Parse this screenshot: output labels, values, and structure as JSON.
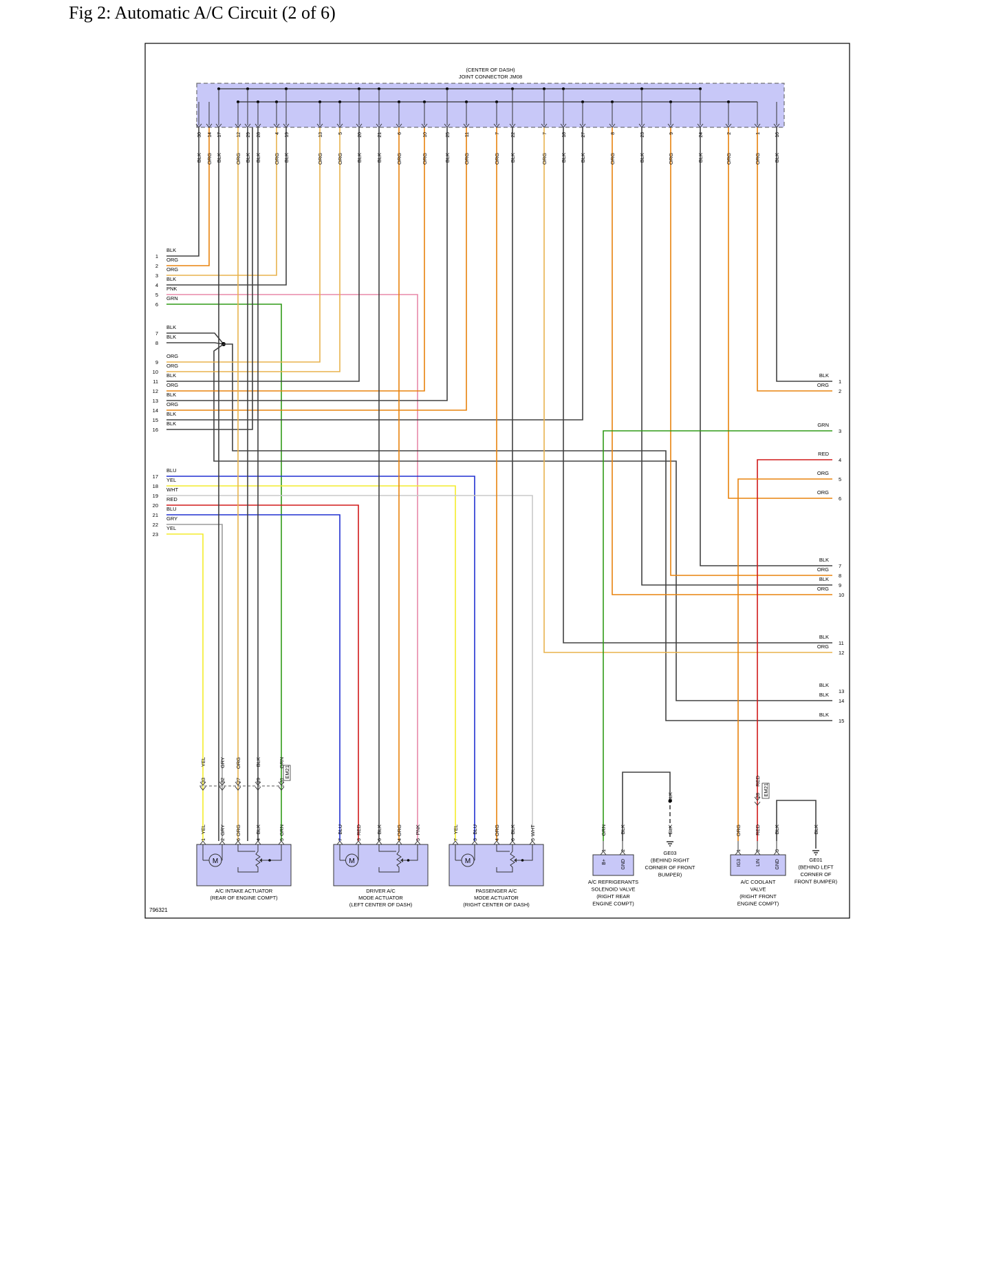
{
  "figure": {
    "title": "Fig 2: Automatic A/C Circuit (2 of 6)",
    "image_id_label": "796321"
  },
  "colors": {
    "BLK": "#404040",
    "ORG": "#e8820c",
    "ORG_LIGHT": "#e8b24c",
    "GRN": "#2e9a16",
    "PNK": "#e888a8",
    "BLU": "#1f2fd0",
    "YEL": "#f4ec2a",
    "WHT": "#c8c8c8",
    "RED": "#d01818",
    "GRY": "#9a9a9a",
    "connector_fill": "#c8c8f8"
  },
  "joint_connector": {
    "location": "(CENTER OF DASH)",
    "name": "JOINT CONNECTOR JM08",
    "pins": [
      {
        "pin": "30",
        "color": "BLK"
      },
      {
        "pin": "14",
        "color": "ORG"
      },
      {
        "pin": "17",
        "color": "BLK"
      },
      {
        "pin": "12",
        "color": "ORG"
      },
      {
        "pin": "29",
        "color": "BLK"
      },
      {
        "pin": "28",
        "color": "BLK"
      },
      {
        "pin": "4",
        "color": "ORG"
      },
      {
        "pin": "19",
        "color": "BLK"
      },
      {
        "pin": "13",
        "color": "ORG"
      },
      {
        "pin": "5",
        "color": "ORG"
      },
      {
        "pin": "20",
        "color": "BLK"
      },
      {
        "pin": "21",
        "color": "BLK"
      },
      {
        "pin": "6",
        "color": "ORG"
      },
      {
        "pin": "10",
        "color": "ORG"
      },
      {
        "pin": "25",
        "color": "BLK"
      },
      {
        "pin": "11",
        "color": "ORG"
      },
      {
        "pin": "7",
        "color": "ORG"
      },
      {
        "pin": "22",
        "color": "BLK"
      },
      {
        "pin": "7",
        "color": "ORG"
      },
      {
        "pin": "18",
        "color": "BLK"
      },
      {
        "pin": "27",
        "color": "BLK"
      },
      {
        "pin": "8",
        "color": "ORG"
      },
      {
        "pin": "23",
        "color": "BLK"
      },
      {
        "pin": "9",
        "color": "ORG"
      },
      {
        "pin": "24",
        "color": "BLK"
      },
      {
        "pin": "2",
        "color": "ORG"
      },
      {
        "pin": "1",
        "color": "ORG"
      },
      {
        "pin": "16",
        "color": "BLK"
      }
    ]
  },
  "left_terminals": [
    {
      "num": "1",
      "color": "BLK"
    },
    {
      "num": "2",
      "color": "ORG"
    },
    {
      "num": "3",
      "color": "ORG"
    },
    {
      "num": "4",
      "color": "BLK"
    },
    {
      "num": "5",
      "color": "PNK"
    },
    {
      "num": "6",
      "color": "GRN"
    },
    {
      "num": "7",
      "color": "BLK"
    },
    {
      "num": "8",
      "color": "BLK"
    },
    {
      "num": "9",
      "color": "ORG"
    },
    {
      "num": "10",
      "color": "ORG"
    },
    {
      "num": "11",
      "color": "BLK"
    },
    {
      "num": "12",
      "color": "ORG"
    },
    {
      "num": "13",
      "color": "BLK"
    },
    {
      "num": "14",
      "color": "ORG"
    },
    {
      "num": "15",
      "color": "BLK"
    },
    {
      "num": "16",
      "color": "BLK"
    },
    {
      "num": "17",
      "color": "BLU"
    },
    {
      "num": "18",
      "color": "YEL"
    },
    {
      "num": "19",
      "color": "WHT"
    },
    {
      "num": "20",
      "color": "RED"
    },
    {
      "num": "21",
      "color": "BLU"
    },
    {
      "num": "22",
      "color": "GRY"
    },
    {
      "num": "23",
      "color": "YEL"
    }
  ],
  "right_terminals": [
    {
      "num": "1",
      "color": "BLK"
    },
    {
      "num": "2",
      "color": "ORG"
    },
    {
      "num": "3",
      "color": "GRN"
    },
    {
      "num": "4",
      "color": "RED"
    },
    {
      "num": "5",
      "color": "ORG"
    },
    {
      "num": "6",
      "color": "ORG"
    },
    {
      "num": "7",
      "color": "BLK"
    },
    {
      "num": "8",
      "color": "ORG"
    },
    {
      "num": "9",
      "color": "BLK"
    },
    {
      "num": "10",
      "color": "ORG"
    },
    {
      "num": "11",
      "color": "BLK"
    },
    {
      "num": "12",
      "color": "ORG"
    },
    {
      "num": "13",
      "color": "BLK"
    },
    {
      "num": "14",
      "color": "BLK"
    },
    {
      "num": "15",
      "color": "BLK"
    }
  ],
  "inline_connector_em21_left": {
    "name": "EM21",
    "wires": [
      {
        "color": "YEL",
        "pin": "33"
      },
      {
        "color": "GRY",
        "pin": "32"
      },
      {
        "color": "ORG",
        "pin": "27"
      },
      {
        "color": "BLK",
        "pin": "29"
      },
      {
        "color": "GRN",
        "pin": "31"
      }
    ]
  },
  "inline_connector_em21_right": {
    "name": "EM21",
    "wire": {
      "color": "RED",
      "pin": "28"
    }
  },
  "components": [
    {
      "id": "intake",
      "name_line1": "A/C INTAKE ACTUATOR",
      "name_line2": "(REAR OF ENGINE COMPT)",
      "pins": [
        {
          "pin": "1",
          "color": "YEL"
        },
        {
          "pin": "2",
          "color": "GRY"
        },
        {
          "pin": "6",
          "color": "ORG"
        },
        {
          "pin": "4",
          "color": "BLK"
        },
        {
          "pin": "5",
          "color": "GRN"
        }
      ]
    },
    {
      "id": "driver",
      "name_line1": "DRIVER A/C",
      "name_line2": "MODE ACTUATOR",
      "name_line3": "(LEFT CENTER OF DASH)",
      "pins": [
        {
          "pin": "7",
          "color": "BLU"
        },
        {
          "pin": "3",
          "color": "RED"
        },
        {
          "pin": "6",
          "color": "BLK"
        },
        {
          "pin": "4",
          "color": "ORG"
        },
        {
          "pin": "5",
          "color": "PNK"
        }
      ]
    },
    {
      "id": "passenger",
      "name_line1": "PASSENGER A/C",
      "name_line2": "MODE ACTUATOR",
      "name_line3": "(RIGHT CENTER OF DASH)",
      "pins": [
        {
          "pin": "7",
          "color": "YEL"
        },
        {
          "pin": "3",
          "color": "BLU"
        },
        {
          "pin": "4",
          "color": "ORG"
        },
        {
          "pin": "6",
          "color": "BLK"
        },
        {
          "pin": "5",
          "color": "WHT"
        }
      ]
    },
    {
      "id": "solenoid",
      "name_line1": "A/C REFRIGERANTS",
      "name_line2": "SOLENOID VALVE",
      "name_line3": "(RIGHT REAR",
      "name_line4": "ENGINE COMPT)",
      "pins": [
        {
          "pin": "1",
          "color": "GRN",
          "func": "B+"
        },
        {
          "pin": "2",
          "color": "BLK",
          "func": "GND"
        }
      ]
    },
    {
      "id": "coolant",
      "name_line1": "A/C COOLANT",
      "name_line2": "VALVE",
      "name_line3": "(RIGHT FRONT",
      "name_line4": "ENGINE COMPT)",
      "pins": [
        {
          "pin": "1",
          "color": "ORG",
          "func": "IG3"
        },
        {
          "pin": "2",
          "color": "RED",
          "func": "LIN"
        },
        {
          "pin": "3",
          "color": "BLK",
          "func": "GND"
        }
      ]
    }
  ],
  "grounds": [
    {
      "id": "GE03",
      "label": "GE03",
      "loc1": "(BEHIND RIGHT",
      "loc2": "CORNER OF FRONT",
      "loc3": "BUMPER)",
      "wire_top": "BLK",
      "wire_bottom": "BLK"
    },
    {
      "id": "GE01",
      "label": "GE01",
      "loc1": "(BEHIND LEFT",
      "loc2": "CORNER OF",
      "loc3": "FRONT BUMPER)",
      "wire": "BLK"
    }
  ]
}
